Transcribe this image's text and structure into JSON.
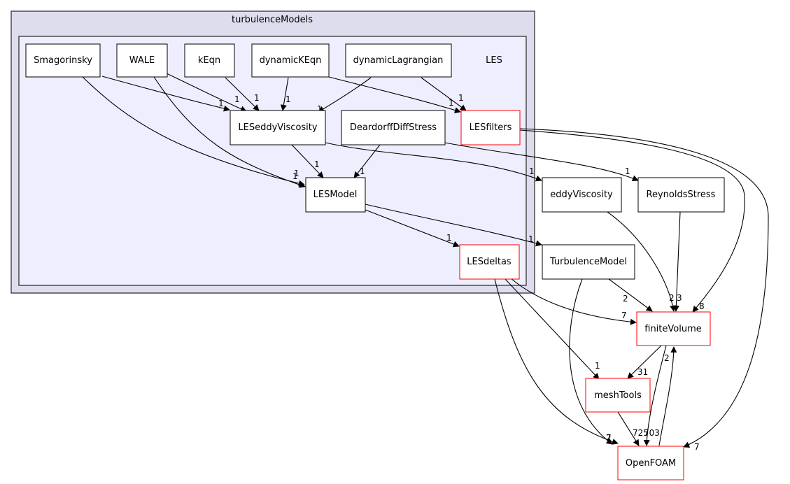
{
  "diagram": {
    "outer_cluster": {
      "label": "turbulenceModels"
    },
    "inner_cluster": {
      "label": "LES"
    },
    "nodes": {
      "smagorinsky": {
        "label": "Smagorinsky",
        "border": "black"
      },
      "wale": {
        "label": "WALE",
        "border": "black"
      },
      "keqn": {
        "label": "kEqn",
        "border": "black"
      },
      "dynamickeqn": {
        "label": "dynamicKEqn",
        "border": "black"
      },
      "dynamiclagrangian": {
        "label": "dynamicLagrangian",
        "border": "black"
      },
      "leseddyviscosity": {
        "label": "LESeddyViscosity",
        "border": "black"
      },
      "deardorff": {
        "label": "DeardorffDiffStress",
        "border": "black"
      },
      "lesfilters": {
        "label": "LESfilters",
        "border": "red"
      },
      "lesmodel": {
        "label": "LESModel",
        "border": "black"
      },
      "lesdeltas": {
        "label": "LESdeltas",
        "border": "red"
      },
      "eddyviscosity": {
        "label": "eddyViscosity",
        "border": "black"
      },
      "reynoldsstress": {
        "label": "ReynoldsStress",
        "border": "black"
      },
      "turbulencemodel": {
        "label": "TurbulenceModel",
        "border": "black"
      },
      "finitevolume": {
        "label": "finiteVolume",
        "border": "red"
      },
      "meshtools": {
        "label": "meshTools",
        "border": "red"
      },
      "openfoam": {
        "label": "OpenFOAM",
        "border": "red"
      }
    },
    "edges": [
      {
        "from": "Smagorinsky",
        "to": "LESeddyViscosity",
        "count": "1"
      },
      {
        "from": "Smagorinsky",
        "to": "LESModel",
        "count": "1"
      },
      {
        "from": "WALE",
        "to": "LESeddyViscosity",
        "count": "1"
      },
      {
        "from": "WALE",
        "to": "LESModel",
        "count": "1"
      },
      {
        "from": "kEqn",
        "to": "LESeddyViscosity",
        "count": "1"
      },
      {
        "from": "dynamicKEqn",
        "to": "LESeddyViscosity",
        "count": "1"
      },
      {
        "from": "dynamicKEqn",
        "to": "LESfilters",
        "count": "1"
      },
      {
        "from": "dynamicLagrangian",
        "to": "LESeddyViscosity",
        "count": "1"
      },
      {
        "from": "dynamicLagrangian",
        "to": "LESfilters",
        "count": "1"
      },
      {
        "from": "LESeddyViscosity",
        "to": "LESModel",
        "count": "1"
      },
      {
        "from": "LESeddyViscosity",
        "to": "eddyViscosity",
        "count": "1"
      },
      {
        "from": "DeardorffDiffStress",
        "to": "LESModel",
        "count": "1"
      },
      {
        "from": "DeardorffDiffStress",
        "to": "ReynoldsStress",
        "count": "1"
      },
      {
        "from": "LESfilters",
        "to": "finiteVolume",
        "count": "8"
      },
      {
        "from": "LESfilters",
        "to": "OpenFOAM",
        "count": "7"
      },
      {
        "from": "LESModel",
        "to": "LESdeltas",
        "count": "1"
      },
      {
        "from": "LESModel",
        "to": "TurbulenceModel",
        "count": "1"
      },
      {
        "from": "LESdeltas",
        "to": "finiteVolume",
        "count": "7"
      },
      {
        "from": "LESdeltas",
        "to": "meshTools",
        "count": "1"
      },
      {
        "from": "LESdeltas",
        "to": "OpenFOAM",
        "count": "2"
      },
      {
        "from": "eddyViscosity",
        "to": "finiteVolume",
        "count": "2"
      },
      {
        "from": "ReynoldsStress",
        "to": "finiteVolume",
        "count": "3"
      },
      {
        "from": "TurbulenceModel",
        "to": "finiteVolume",
        "count": "2"
      },
      {
        "from": "TurbulenceModel",
        "to": "OpenFOAM",
        "count": "7"
      },
      {
        "from": "finiteVolume",
        "to": "meshTools",
        "count": "31"
      },
      {
        "from": "finiteVolume",
        "to": "OpenFOAM",
        "count": "703"
      },
      {
        "from": "meshTools",
        "to": "OpenFOAM",
        "count": "725"
      },
      {
        "from": "OpenFOAM",
        "to": "finiteVolume",
        "count": "2"
      }
    ]
  }
}
